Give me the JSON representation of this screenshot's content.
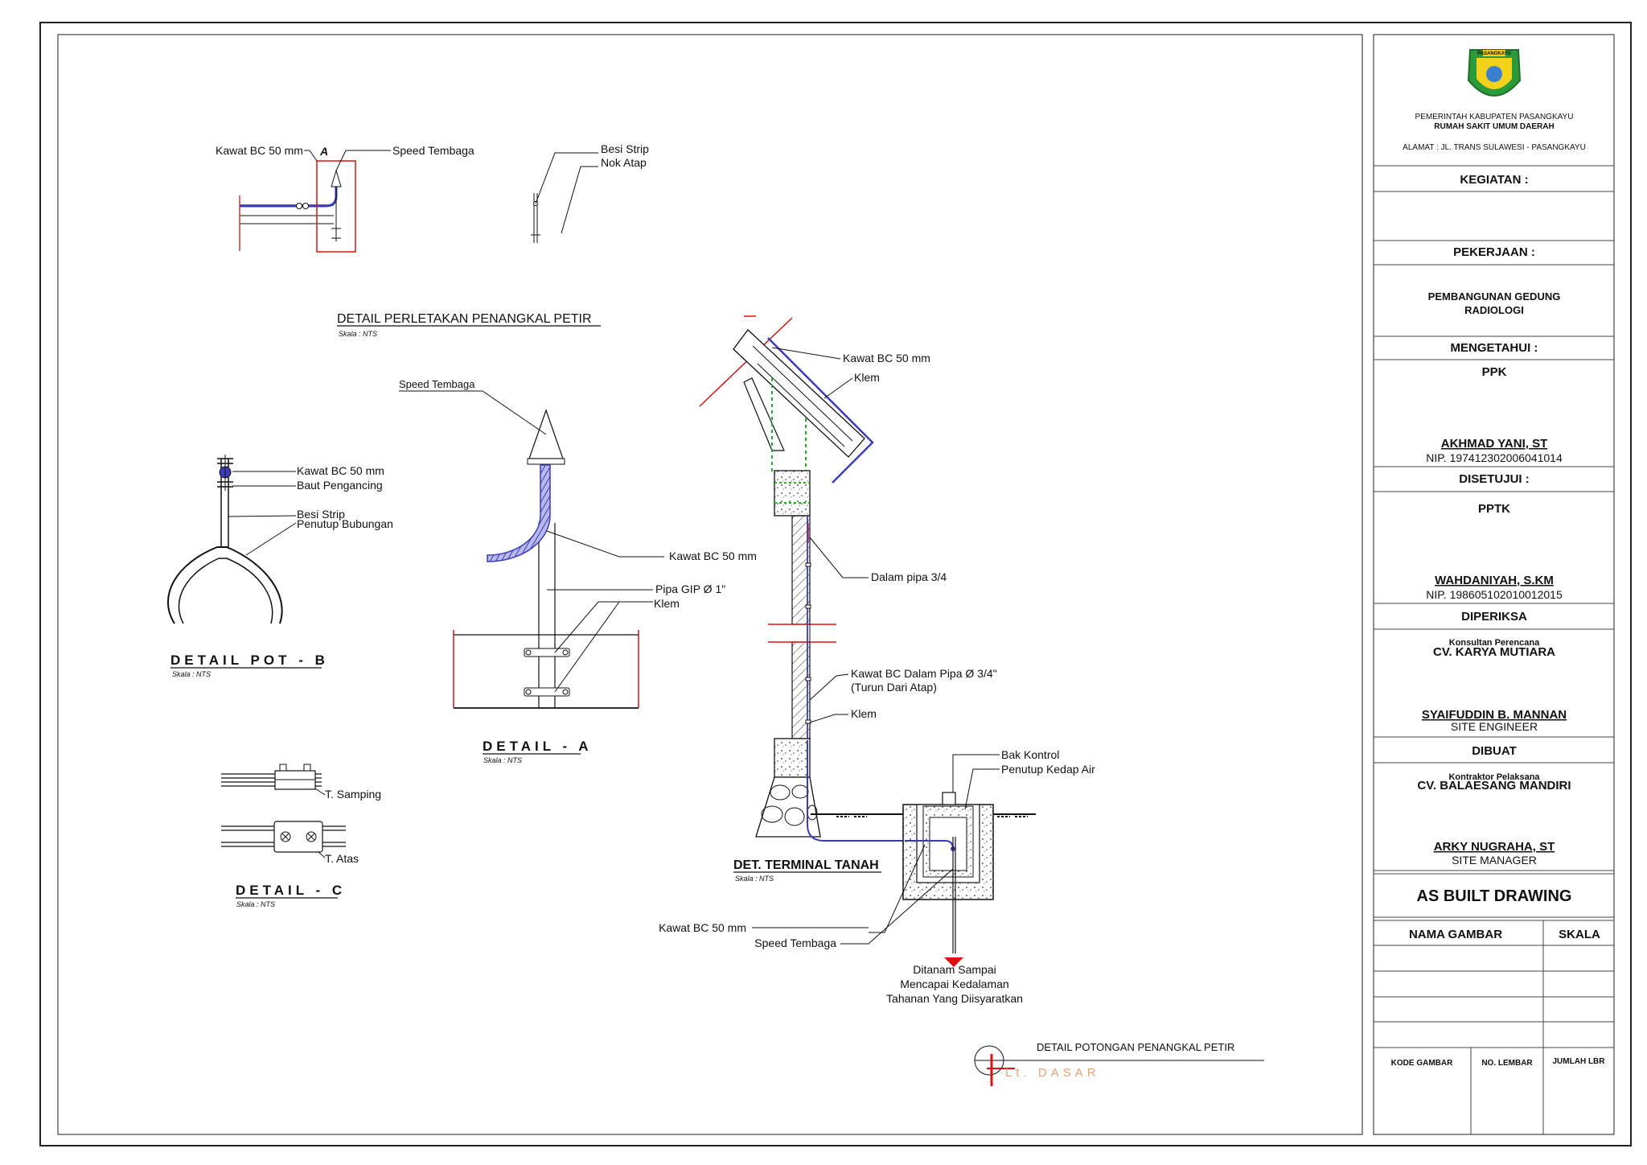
{
  "drawing": {
    "detail_perletakan": {
      "title": "DETAIL PERLETAKAN PENANGKAL PETIR",
      "scale": "Skala    : NTS",
      "marker": "A",
      "labels": {
        "kawat": "Kawat BC 50 mm",
        "speed": "Speed Tembaga",
        "besi_strip": "Besi Strip",
        "nok_atap": "Nok Atap"
      }
    },
    "detail_pot_b": {
      "title": "DETAIL POT - B",
      "scale": "Skala    : NTS",
      "labels": {
        "kawat": "Kawat BC 50 mm",
        "baut": "Baut Pengancing",
        "besi_strip": "Besi Strip",
        "penutup": "Penutup Bubungan"
      }
    },
    "detail_a": {
      "title": "DETAIL - A",
      "scale": "Skala    : NTS",
      "labels": {
        "speed": "Speed Tembaga",
        "kawat": "Kawat BC 50 mm",
        "pipa": "Pipa GIP Ø 1\"",
        "klem": "Klem"
      }
    },
    "detail_c": {
      "title": "DETAIL - C",
      "scale": "Skala    : NTS",
      "labels": {
        "samping": "T. Samping",
        "atas": "T. Atas"
      }
    },
    "det_terminal": {
      "title": "DET. TERMINAL TANAH",
      "scale": "Skala    : NTS",
      "labels": {
        "kawat_top": "Kawat BC 50 mm",
        "klem_top": "Klem",
        "dalam_pipa": "Dalam pipa 3/4",
        "kawat_dalam_1": "Kawat BC Dalam Pipa Ø 3/4\"",
        "kawat_dalam_2": "(Turun Dari Atap)",
        "klem_mid": "Klem",
        "bak": "Bak Kontrol",
        "penutup": "Penutup Kedap Air",
        "kawat_bottom": "Kawat BC 50 mm",
        "speed_bottom": "Speed Tembaga",
        "note_1": "Ditanam Sampai",
        "note_2": "Mencapai Kedalaman",
        "note_3": "Tahanan Yang Diisyaratkan"
      }
    },
    "section": {
      "title": "DETAIL POTONGAN PENANGKAL PETIR",
      "level": "Lt. DASAR"
    }
  },
  "title_block": {
    "logo_text": "PASANGKAYU",
    "org_line1": "PEMERINTAH KABUPATEN PASANGKAYU",
    "org_line2": "RUMAH SAKIT UMUM DAERAH",
    "address": "ALAMAT : JL. TRANS SULAWESI - PASANGKAYU",
    "kegiatan_label": "KEGIATAN :",
    "pekerjaan_label": "PEKERJAAN :",
    "pekerjaan_line1": "PEMBANGUNAN GEDUNG",
    "pekerjaan_line2": "RADIOLOGI",
    "mengetahui_label": "MENGETAHUI :",
    "ppk_label": "PPK",
    "ppk_name": "AKHMAD YANI, ST",
    "ppk_nip": "NIP. 197412302006041014",
    "disetujui_label": "DISETUJUI :",
    "pptk_label": "PPTK",
    "pptk_name": "WAHDANIYAH, S.KM",
    "pptk_nip": "NIP. 198605102010012015",
    "diperiksa_label": "DIPERIKSA",
    "konsultan_label": "Konsultan Perencana",
    "konsultan_name": "CV. KARYA MUTIARA",
    "site_engineer_name": "SYAIFUDDIN B. MANNAN",
    "site_engineer_role": "SITE ENGINEER",
    "dibuat_label": "DIBUAT",
    "kontraktor_label": "Kontraktor Pelaksana",
    "kontraktor_name": "CV. BALAESANG MANDIRI",
    "site_manager_name": "ARKY NUGRAHA, ST",
    "site_manager_role": "SITE MANAGER",
    "as_built": "AS BUILT DRAWING",
    "nama_gambar_label": "NAMA GAMBAR",
    "skala_label": "SKALA",
    "kode_label": "KODE GAMBAR",
    "lembar_label": "NO. LEMBAR",
    "jumlah_label": "JUMLAH LBR"
  },
  "colors": {
    "cable": "#3b3bb8",
    "cable_light": "#8a8ae0",
    "highlight": "#e01010",
    "rebar": "#20b020",
    "ink": "#111111",
    "logo_green": "#2a9a3a",
    "logo_yellow": "#f2d21b"
  }
}
